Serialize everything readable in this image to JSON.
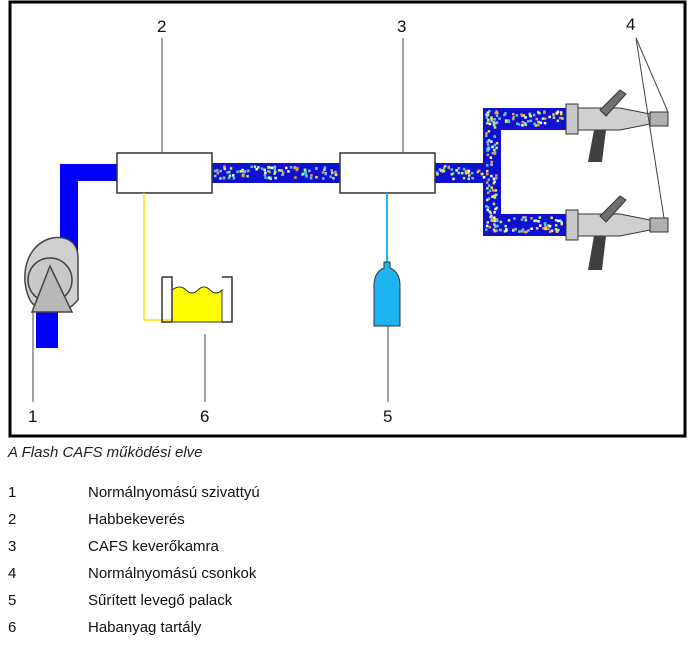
{
  "diagram": {
    "labels": {
      "pump": "1",
      "foam_mixing": "2",
      "cafs_chamber": "3",
      "nozzles": "4",
      "air_bottle": "5",
      "foam_tank": "6"
    },
    "colors": {
      "water_pipe": "#0000ff",
      "foam_pipe": "#1010d0",
      "foam_dots": [
        "#e8e060",
        "#ff9040",
        "#80c0ff",
        "#40d0e0",
        "#ffffff",
        "#a0ff80"
      ],
      "foam_agent": "#ffff00",
      "air": "#1fb4f0",
      "nozzle": "#c8c8c8",
      "handle": "#404040"
    }
  },
  "caption": "A Flash CAFS működési elve",
  "legend": [
    {
      "num": "1",
      "text": "Normálnyomású szivattyú"
    },
    {
      "num": "2",
      "text": "Habbekeverés"
    },
    {
      "num": "3",
      "text": "CAFS keverőkamra"
    },
    {
      "num": "4",
      "text": "Normálnyomású csonkok"
    },
    {
      "num": "5",
      "text": "Sűrített levegő palack"
    },
    {
      "num": "6",
      "text": "Habanyag tartály"
    }
  ]
}
